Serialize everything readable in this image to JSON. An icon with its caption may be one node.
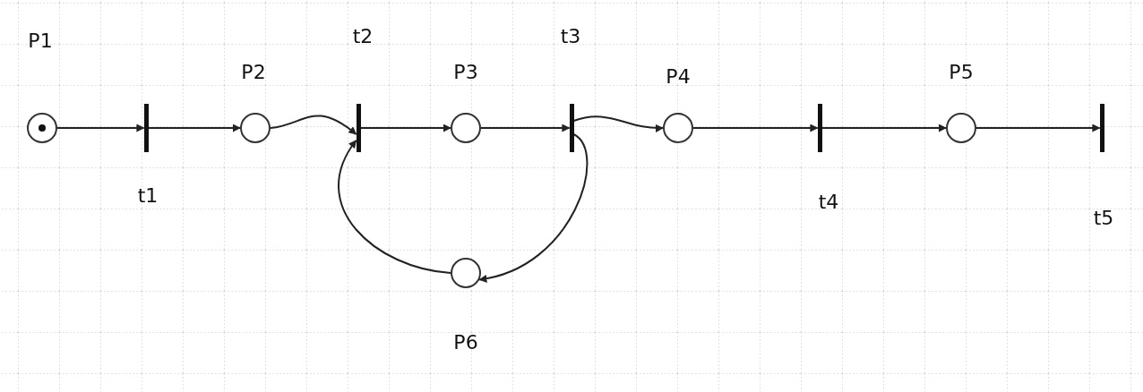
{
  "diagram": {
    "nodes": [
      {
        "text": [],
        "shape": "circle",
        "beside": [
          "P1"
        ]
      },
      {
        "text": [],
        "shape": "bar",
        "beside": [
          "t1"
        ]
      },
      {
        "text": [],
        "shape": "circle",
        "beside": [
          "P2"
        ]
      },
      {
        "text": [],
        "shape": "bar",
        "beside": [
          "t2"
        ]
      },
      {
        "text": [],
        "shape": "circle",
        "beside": [
          "P3"
        ]
      },
      {
        "text": [],
        "shape": "bar",
        "beside": [
          "t3"
        ]
      },
      {
        "text": [],
        "shape": "circle",
        "beside": [
          "P4"
        ]
      },
      {
        "text": [],
        "shape": "bar",
        "beside": [
          "t4"
        ]
      },
      {
        "text": [],
        "shape": "circle",
        "beside": [
          "P5"
        ]
      },
      {
        "text": [],
        "shape": "bar",
        "beside": [
          "t5"
        ]
      },
      {
        "text": [],
        "shape": "circle",
        "beside": [
          "P6"
        ]
      }
    ],
    "edges": [
      {
        "from": 0,
        "to": 1,
        "arrow": "to"
      },
      {
        "from": 1,
        "to": 2,
        "arrow": "to"
      },
      {
        "from": 2,
        "to": 3,
        "arrow": "to"
      },
      {
        "from": 3,
        "to": 4,
        "arrow": "to"
      },
      {
        "from": 4,
        "to": 5,
        "arrow": "to"
      },
      {
        "from": 5,
        "to": 6,
        "arrow": "to"
      },
      {
        "from": 6,
        "to": 7,
        "arrow": "to"
      },
      {
        "from": 7,
        "to": 8,
        "arrow": "to"
      },
      {
        "from": 8,
        "to": 9,
        "arrow": "to"
      },
      {
        "from": 5,
        "to": 10,
        "arrow": "to"
      },
      {
        "from": 10,
        "to": 3,
        "arrow": "to"
      }
    ]
  }
}
